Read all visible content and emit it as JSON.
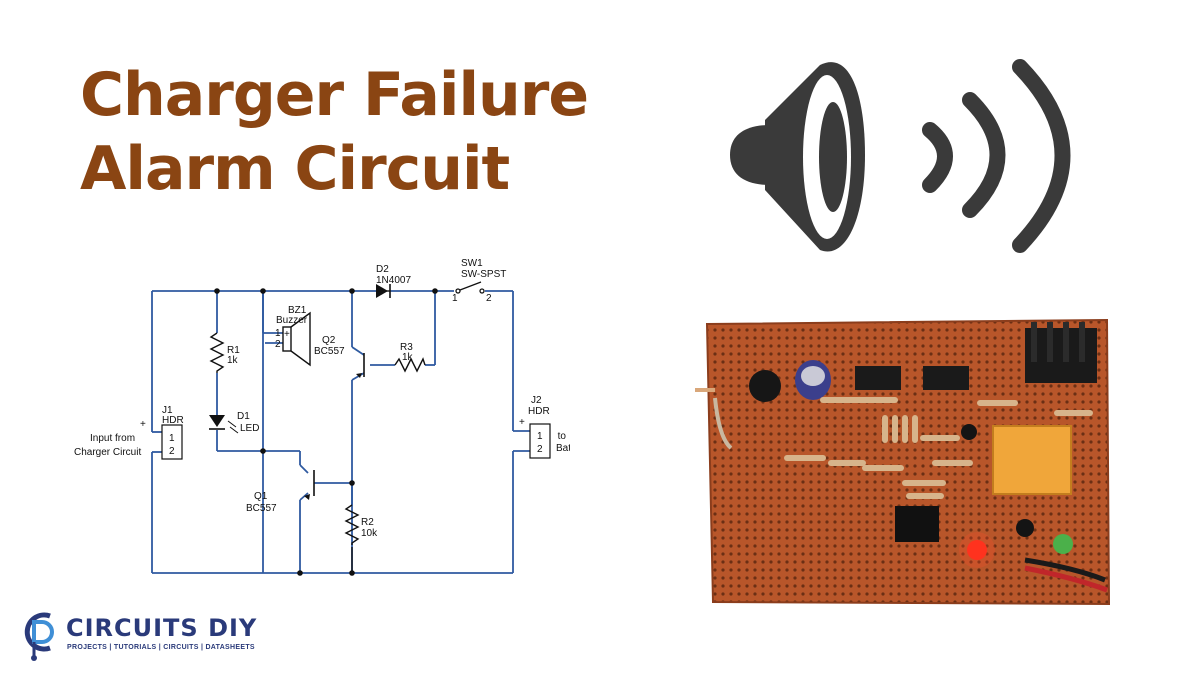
{
  "title": {
    "line1": "Charger Failure",
    "line2": "Alarm Circuit"
  },
  "colors": {
    "title": "#8a4513",
    "wire": "#2f5aa0",
    "speaker": "#3a3a3a",
    "pcb": "#b8562a",
    "logo": "#2a3a7a"
  },
  "schematic": {
    "d2": {
      "ref": "D2",
      "value": "1N4007"
    },
    "sw1": {
      "ref": "SW1",
      "value": "SW-SPST",
      "pin1": "1",
      "pin2": "2"
    },
    "bz1": {
      "ref": "BZ1",
      "value": "Buzzer",
      "pin1": "1",
      "pin2": "2",
      "plus": "+"
    },
    "r1": {
      "ref": "R1",
      "value": "1k"
    },
    "r2": {
      "ref": "R2",
      "value": "10k"
    },
    "r3": {
      "ref": "R3",
      "value": "1k"
    },
    "q1": {
      "ref": "Q1",
      "value": "BC557"
    },
    "q2": {
      "ref": "Q2",
      "value": "BC557"
    },
    "d1": {
      "ref": "D1",
      "value": "LED"
    },
    "j1": {
      "ref": "J1",
      "value": "HDR",
      "pin1": "1",
      "pin2": "2",
      "plus": "+",
      "label1": "Input from",
      "label2": "Charger Circuit"
    },
    "j2": {
      "ref": "J2",
      "value": "HDR",
      "pin1": "1",
      "pin2": "2",
      "plus": "+",
      "label1": "to",
      "label2": "Battery"
    }
  },
  "logo": {
    "brand": "CIRCUITS DIY",
    "tagline": "PROJECTS | TUTORIALS | CIRCUITS | DATASHEETS"
  },
  "icons": [
    "speaker-sound-icon",
    "circuits-diy-logo-icon"
  ]
}
